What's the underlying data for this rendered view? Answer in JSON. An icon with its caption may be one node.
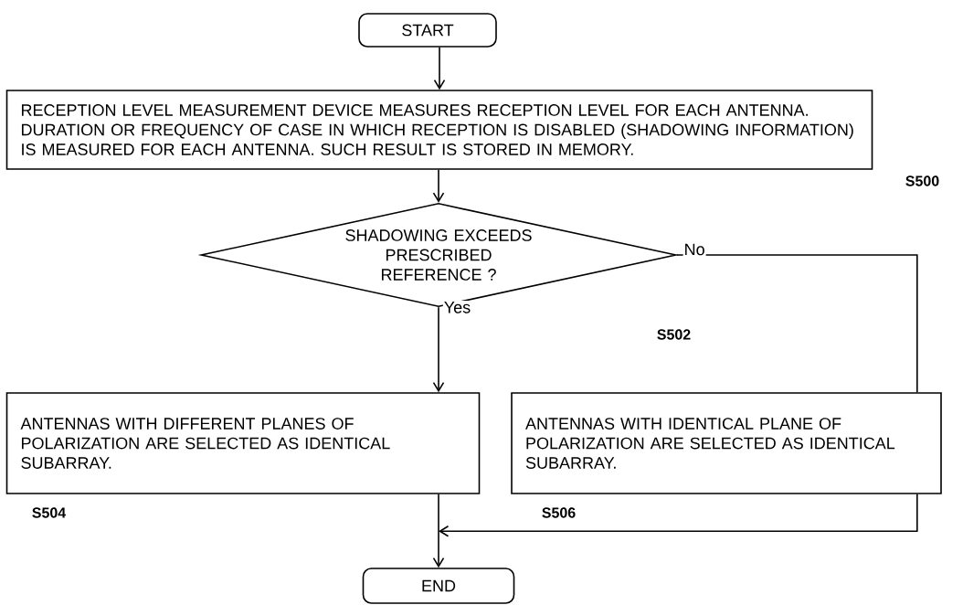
{
  "diagram": {
    "nodes": [
      {
        "text": [
          "START"
        ]
      },
      {
        "text": [
          "RECEPTION LEVEL MEASUREMENT DEVICE MEASURES RECEPTION LEVEL FOR EACH ANTENNA. DURATION OR FREQUENCY OF CASE IN WHICH RECEPTION IS DISABLED (SHADOWING INFORMATION) IS MEASURED FOR EACH ANTENNA. SUCH RESULT IS STORED IN MEMORY."
        ],
        "beside": [
          "S500"
        ]
      },
      {
        "text": [
          "SHADOWING EXCEEDS PRESCRIBED REFERENCE ?"
        ],
        "beside": [
          "S502"
        ]
      },
      {
        "text": [
          "ANTENNAS WITH DIFFERENT PLANES OF POLARIZATION ARE SELECTED AS IDENTICAL SUBARRAY."
        ],
        "beside": [
          "S504"
        ]
      },
      {
        "text": [
          "ANTENNAS WITH IDENTICAL PLANE OF POLARIZATION ARE SELECTED AS IDENTICAL SUBARRAY."
        ],
        "beside": [
          "S506"
        ]
      },
      {
        "text": [
          "END"
        ]
      }
    ],
    "edges": [
      {
        "from": 0,
        "to": 1,
        "arrow": "to"
      },
      {
        "from": 1,
        "to": 2,
        "arrow": "to"
      },
      {
        "from": 2,
        "to": 3,
        "arrow": "to",
        "label": "Yes"
      },
      {
        "from": 2,
        "to": 4,
        "arrow": "none",
        "label": "No"
      },
      {
        "from": 3,
        "to": 5,
        "arrow": "to"
      },
      {
        "from": 4,
        "to": 5,
        "arrow": "to"
      }
    ]
  }
}
